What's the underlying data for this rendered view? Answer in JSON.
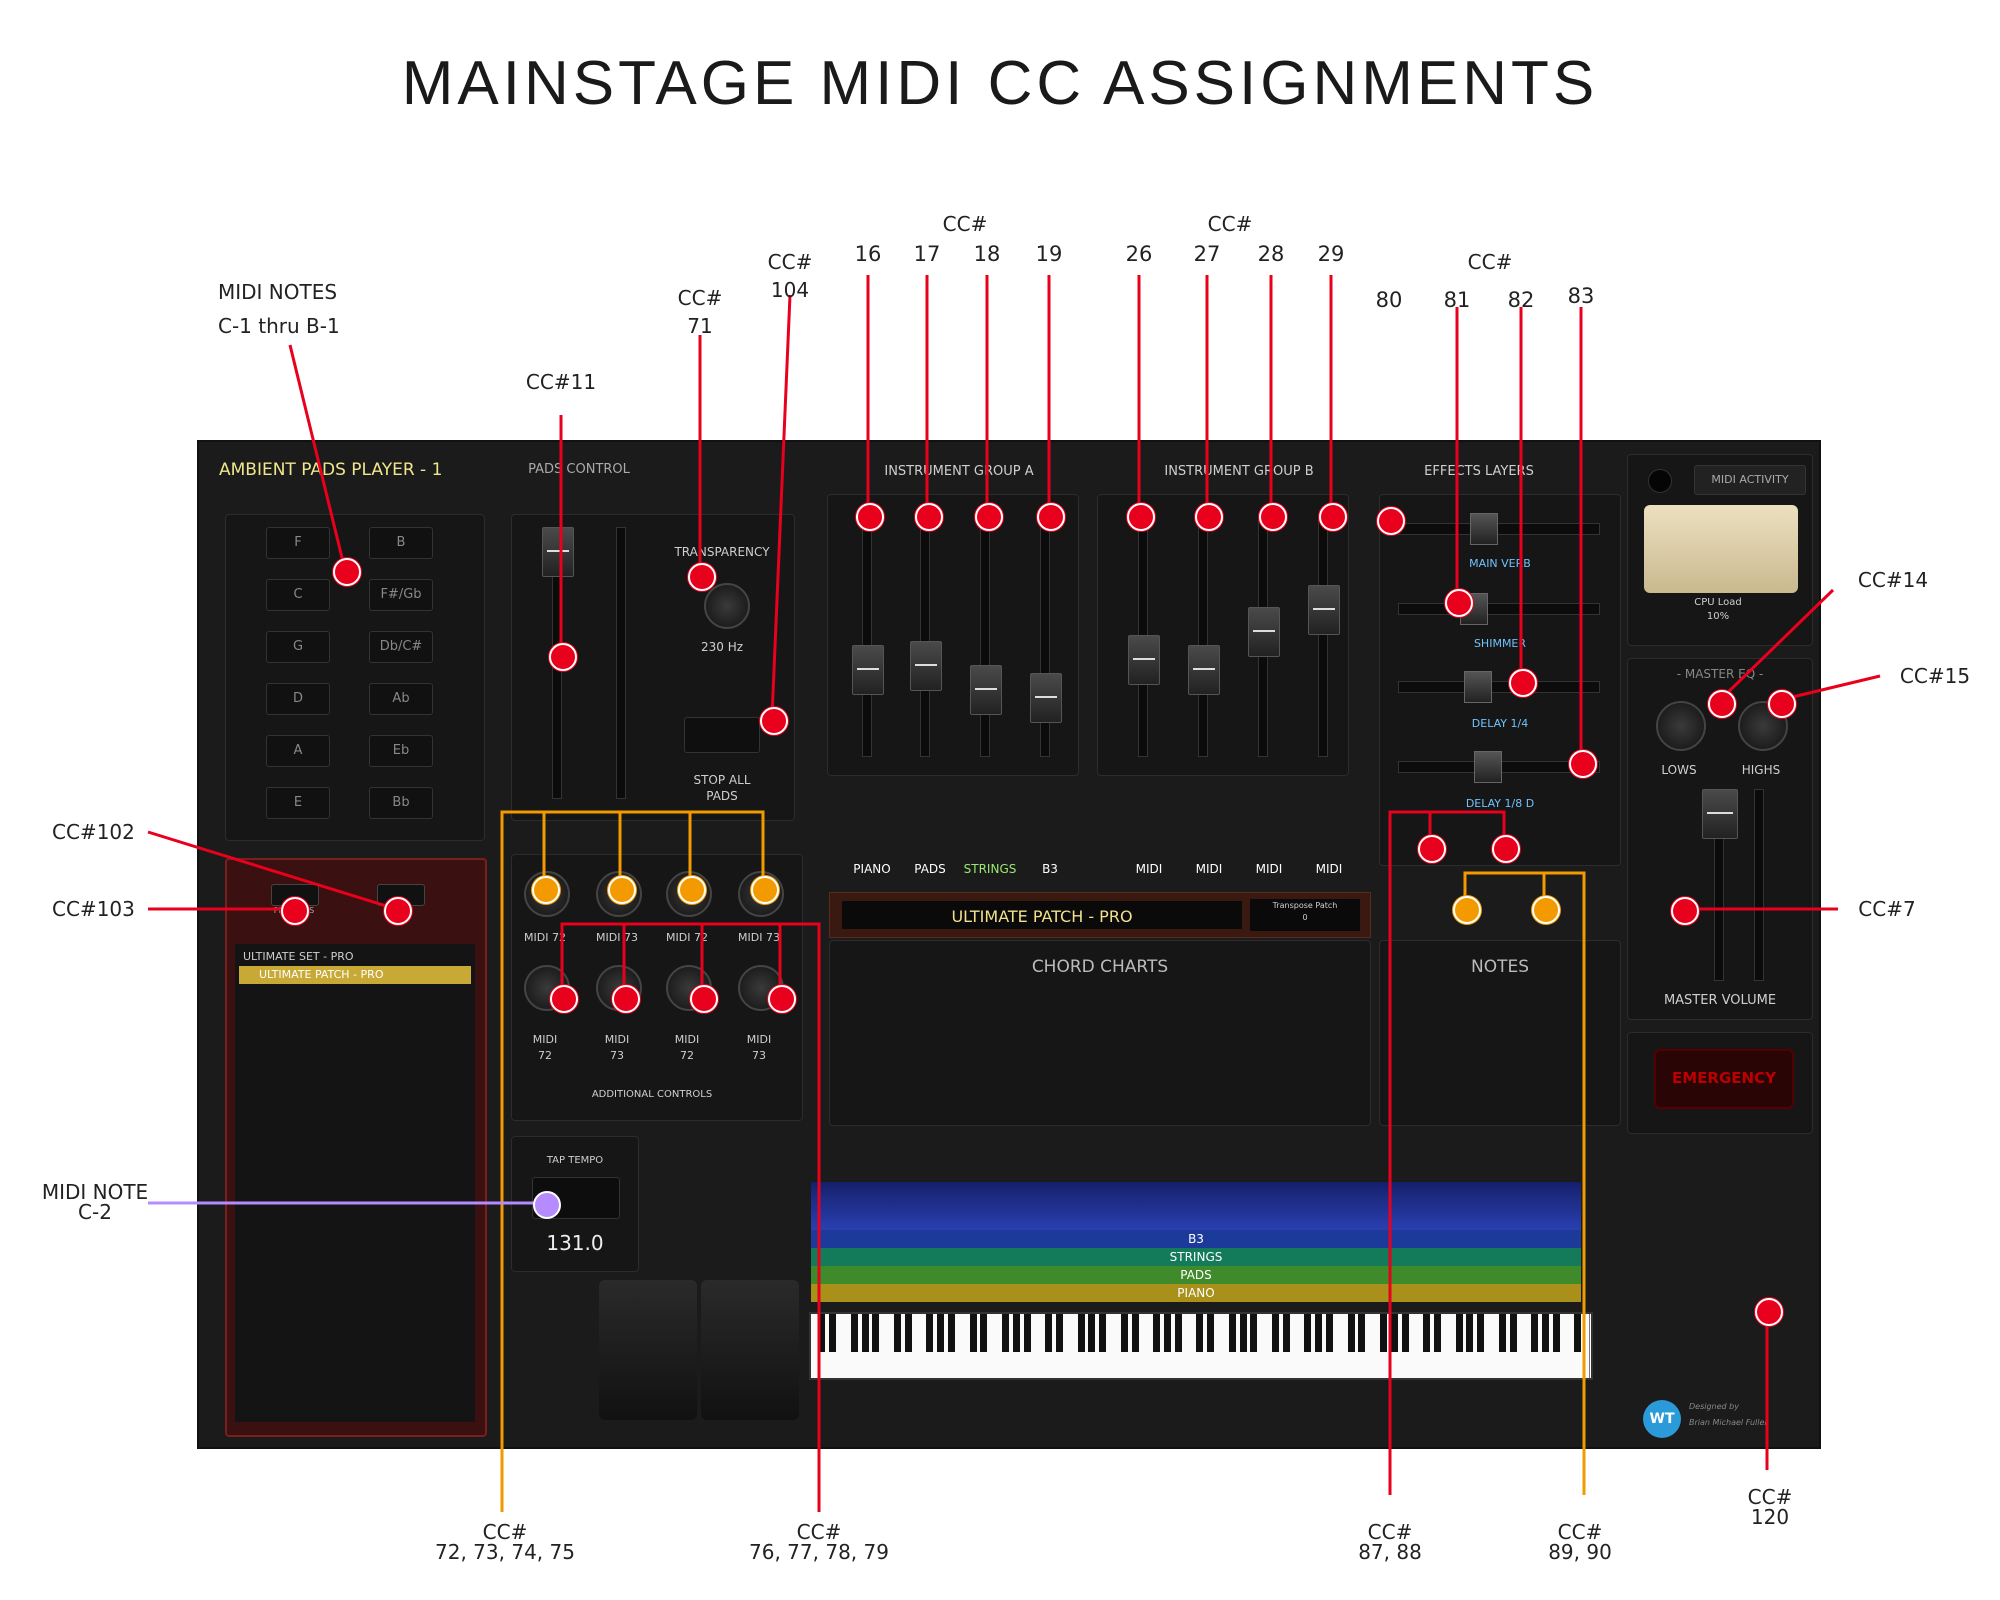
{
  "title": "MAINSTAGE MIDI CC ASSIGNMENTS",
  "annotations": {
    "midi_notes_1": "MIDI NOTES",
    "midi_notes_2": "C-1 thru B-1",
    "cc11": "CC#11",
    "cc71a": "CC#",
    "cc71b": "71",
    "cc104a": "CC#",
    "cc104b": "104",
    "group_a_cc": "CC#",
    "group_a_nums": [
      "16",
      "17",
      "18",
      "19"
    ],
    "group_b_cc": "CC#",
    "group_b_nums": [
      "26",
      "27",
      "28",
      "29"
    ],
    "fx_cc": "CC#",
    "fx_nums": [
      "80",
      "81",
      "82",
      "83"
    ],
    "cc14": "CC#14",
    "cc15": "CC#15",
    "cc102": "CC#102",
    "cc103": "CC#103",
    "cc7": "CC#7",
    "midi_note_c2_1": "MIDI NOTE",
    "midi_note_c2_2": "C-2",
    "bottom_1a": "CC#",
    "bottom_1b": "72, 73, 74, 75",
    "bottom_2a": "CC#",
    "bottom_2b": "76, 77, 78, 79",
    "bottom_3a": "CC#",
    "bottom_3b": "87, 88",
    "bottom_4a": "CC#",
    "bottom_4b": "89, 90",
    "cc120a": "CC#",
    "cc120b": "120"
  },
  "console": {
    "player_name": "AMBIENT PADS PLAYER - 1",
    "note_buttons": [
      "F",
      "B",
      "C",
      "F#/Gb",
      "G",
      "Db/C#",
      "D",
      "Ab",
      "A",
      "Eb",
      "E",
      "Bb"
    ],
    "pads_control": "PADS CONTROL",
    "transparency": "TRANSPARENCY",
    "freq": "230 Hz",
    "stop_all_1": "STOP ALL",
    "stop_all_2": "PADS",
    "group_a_title": "INSTRUMENT GROUP A",
    "group_b_title": "INSTRUMENT GROUP B",
    "effects_title": "EFFECTS LAYERS",
    "group_a_channels": [
      "PIANO",
      "PADS",
      "STRINGS",
      "B3"
    ],
    "group_b_channels": [
      "MIDI",
      "MIDI",
      "MIDI",
      "MIDI"
    ],
    "fx_layers": [
      "MAIN VERB",
      "SHIMMER",
      "DELAY 1/4",
      "DELAY 1/8 D"
    ],
    "midi_activity": "MIDI ACTIVITY",
    "cpu_load": "CPU Load",
    "cpu_value": "10%",
    "master_eq": "- MASTER EQ -",
    "lows": "LOWS",
    "highs": "HIGHS",
    "master_volume": "MASTER VOLUME",
    "emergency": "EMERGENCY",
    "prev": "PREVIOUS",
    "next": "NEXT",
    "set_name": "ULTIMATE SET - PRO",
    "patch_name": "ULTIMATE PATCH - PRO",
    "patch_display": "ULTIMATE PATCH - PRO",
    "transpose_label": "Transpose Patch",
    "transpose_value": "0",
    "chord_charts": "CHORD CHARTS",
    "notes": "NOTES",
    "knob_labels_top": [
      "MIDI 72",
      "MIDI 73",
      "MIDI 72",
      "MIDI 73"
    ],
    "knob_labels_bottom_1": [
      "MIDI",
      "MIDI",
      "MIDI",
      "MIDI"
    ],
    "knob_labels_bottom_2": [
      "72",
      "73",
      "72",
      "73"
    ],
    "additional_controls": "ADDITIONAL CONTROLS",
    "tap_tempo": "TAP TEMPO",
    "tempo": "131.0",
    "layers": [
      "B3",
      "STRINGS",
      "PADS",
      "PIANO"
    ],
    "designed_by_1": "Designed by",
    "designed_by_2": "Brian Michael Fuller",
    "logo": "WT"
  },
  "colors": {
    "annotation_red": "#e8001c",
    "annotation_orange": "#f29a00",
    "annotation_purple": "#b48cff",
    "console_bg": "#1b1b1b",
    "patch_gold": "#c8a936"
  }
}
